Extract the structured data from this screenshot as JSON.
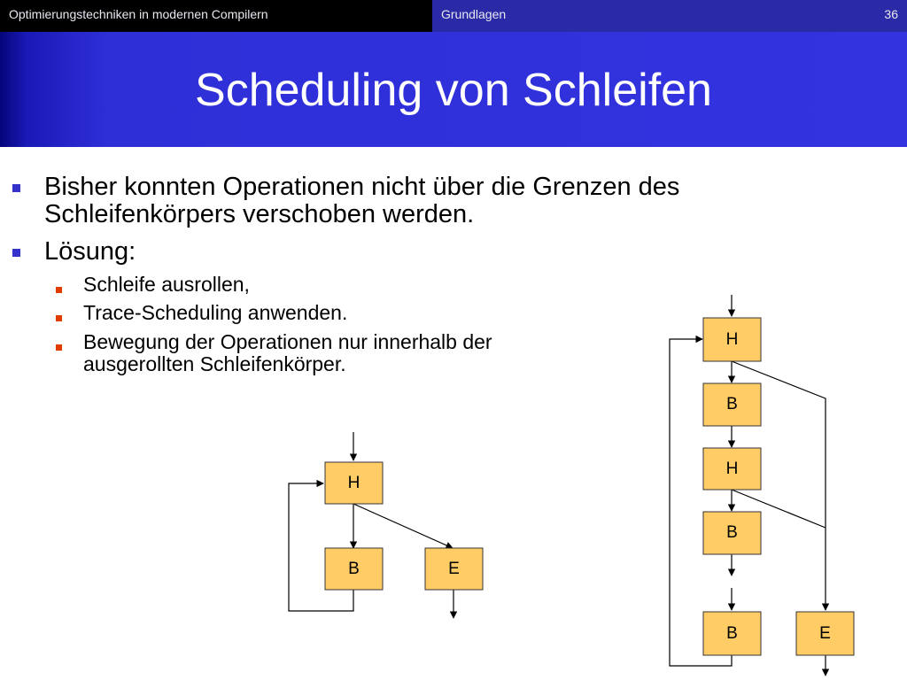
{
  "header": {
    "course": "Optimierungstechniken in modernen Compilern",
    "section": "Grundlagen",
    "page_number": "36"
  },
  "slide": {
    "title": "Scheduling von Schleifen"
  },
  "bullets": [
    {
      "text_line1": "Bisher konnten Operationen nicht über die Grenzen des",
      "text_line2": "Schleifenkörpers verschoben werden."
    },
    {
      "text_line1": "Lösung:"
    }
  ],
  "sub_bullets": [
    {
      "text_line1": "Schleife ausrollen,"
    },
    {
      "text_line1": "Trace-Scheduling anwenden."
    },
    {
      "text_line1": "Bewegung der Operationen nur innerhalb der",
      "text_line2": "ausgerollten Schleifenkörper."
    }
  ],
  "diagram_left": {
    "nodes": {
      "h": "H",
      "b": "B",
      "e": "E"
    }
  },
  "diagram_right": {
    "nodes": {
      "h1": "H",
      "b1": "B",
      "h2": "H",
      "b2": "B",
      "b3": "B",
      "e": "E"
    }
  },
  "colors": {
    "node_fill": "#ffcc66",
    "title_band": "#3333e0",
    "bullet_level1": "#3333cc",
    "bullet_level2": "#e03c00"
  }
}
